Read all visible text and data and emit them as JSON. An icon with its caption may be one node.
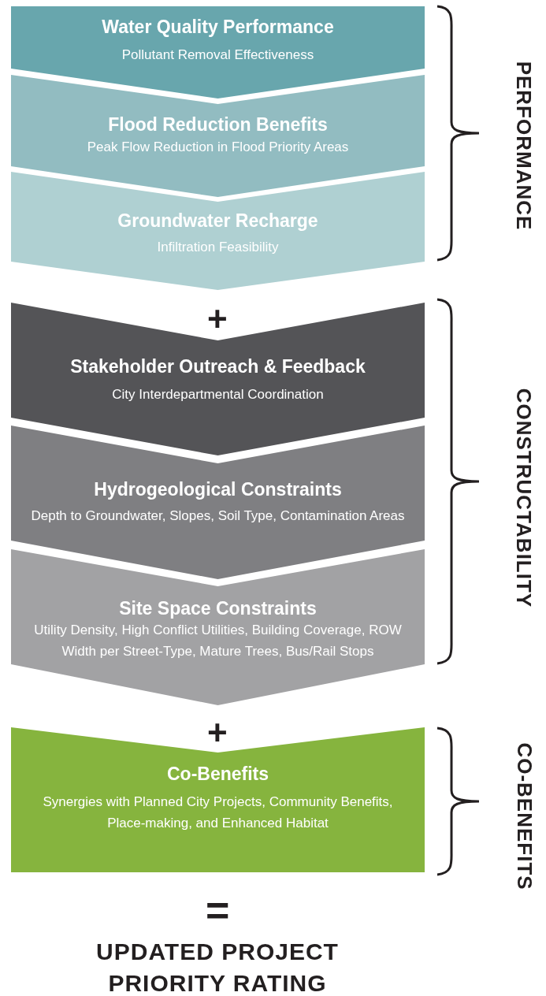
{
  "diagram": {
    "nodes": [
      {
        "text": [
          "Water Quality Performance",
          "Pollutant Removal Effectiveness"
        ]
      },
      {
        "text": [
          "Flood Reduction Benefits",
          "Peak Flow Reduction in Flood Priority Areas"
        ]
      },
      {
        "text": [
          "Groundwater Recharge",
          "Infiltration Feasibility"
        ]
      },
      {
        "text": [
          "Stakeholder Outreach & Feedback",
          "City Interdepartmental Coordination"
        ]
      },
      {
        "text": [
          "Hydrogeological Constraints",
          "Depth to Groundwater, Slopes, Soil Type, Contamination Areas"
        ]
      },
      {
        "text": [
          "Site Space Constraints",
          "Utility Density, High Conflict Utilities, Building Coverage, ROW Width per Street-Type, Mature Trees, Bus/Rail Stops"
        ]
      },
      {
        "text": [
          "Co-Benefits",
          "Synergies with Planned City Projects, Community Benefits, Place-making, and Enhanced Habitat"
        ]
      }
    ],
    "labels": [
      "PERFORMANCE",
      "+",
      "CONSTRUCTABILITY",
      "+",
      "CO-BENEFITS",
      "=",
      "UPDATED PROJECT PRIORITY RATING"
    ]
  }
}
